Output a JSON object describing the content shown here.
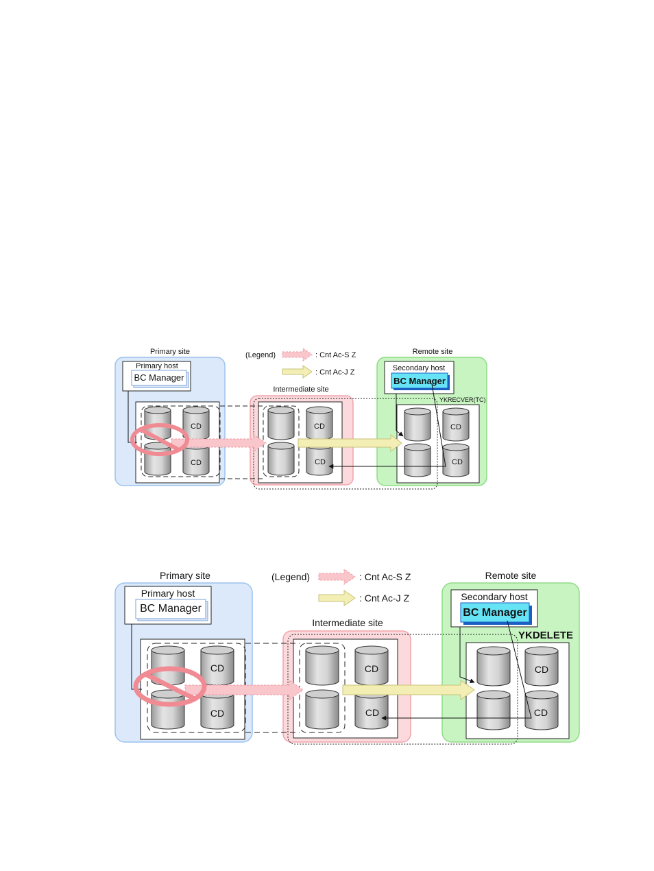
{
  "diagrams": [
    {
      "legend": {
        "title": "(Legend)",
        "sync_label": ": Cnt Ac-S Z",
        "journal_label": ": Cnt Ac-J Z"
      },
      "sites": {
        "primary": "Primary site",
        "intermediate": "Intermediate site",
        "remote": "Remote site"
      },
      "hosts": {
        "primary": "Primary host",
        "secondary": "Secondary host"
      },
      "bc_manager": "BC Manager",
      "volume_label": "CD",
      "command": "YKRECVER(TC)"
    },
    {
      "legend": {
        "title": "(Legend)",
        "sync_label": ": Cnt Ac-S Z",
        "journal_label": ": Cnt Ac-J Z"
      },
      "sites": {
        "primary": "Primary site",
        "intermediate": "Intermediate site",
        "remote": "Remote site"
      },
      "hosts": {
        "primary": "Primary host",
        "secondary": "Secondary host"
      },
      "bc_manager": "BC Manager",
      "volume_label": "CD",
      "command": "YKDELETE"
    }
  ],
  "colors": {
    "primary_site_fill": "#dbe9fb",
    "primary_site_stroke": "#9cc2ee",
    "intermediate_site_fill": "#fbd9dc",
    "intermediate_site_stroke": "#f2a4ac",
    "remote_site_fill": "#c8f4c2",
    "remote_site_stroke": "#8fdc86",
    "sync_arrow": "#f8c6cb",
    "journal_arrow": "#f3efb4",
    "bc_highlight": "#66e4f6",
    "prohibit": "#f08b94"
  }
}
